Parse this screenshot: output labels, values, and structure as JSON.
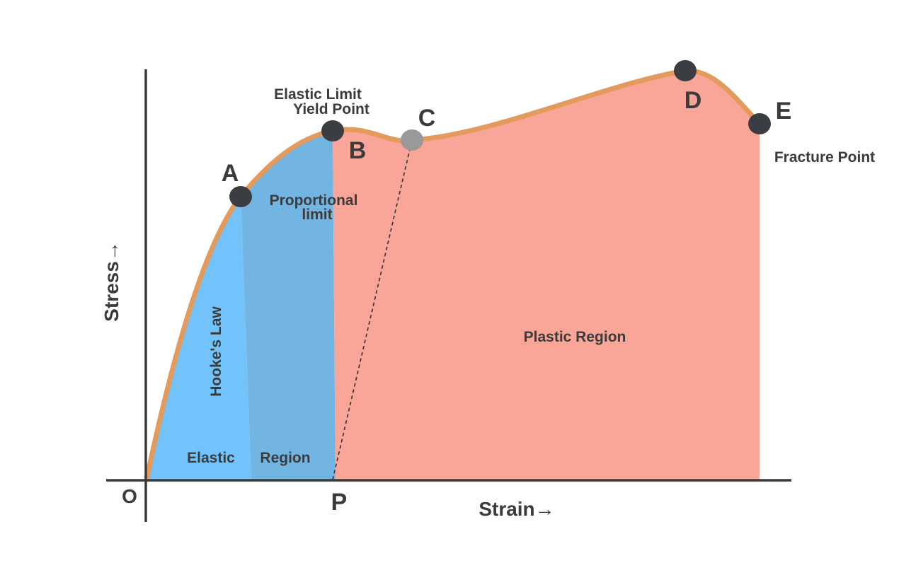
{
  "diagram": {
    "axes": {
      "origin_label": "O",
      "x_label": "Strain→",
      "y_label": "Stress→"
    },
    "points": {
      "a": "A",
      "b": "B",
      "c": "C",
      "d": "D",
      "e": "E",
      "p": "P"
    },
    "annotations": {
      "elastic_limit": "Elastic Limit",
      "yield_point": "Yield Point",
      "proportional_line1": "Proportional",
      "proportional_line2": "limit",
      "fracture_point": "Fracture Point",
      "hookes_law": "Hooke's Law",
      "elastic_region_word1": "Elastic",
      "elastic_region_word2": "Region",
      "plastic_region": "Plastic Region"
    },
    "colors": {
      "hookes_region": "#72c3fb",
      "elastic_region": "#72b5e3",
      "plastic_region": "#f9a598",
      "curve": "#e29a5d",
      "axis": "#3a3a3a",
      "point": "#3a3d41",
      "point_c": "#999999",
      "text": "#3b3b3b"
    }
  }
}
